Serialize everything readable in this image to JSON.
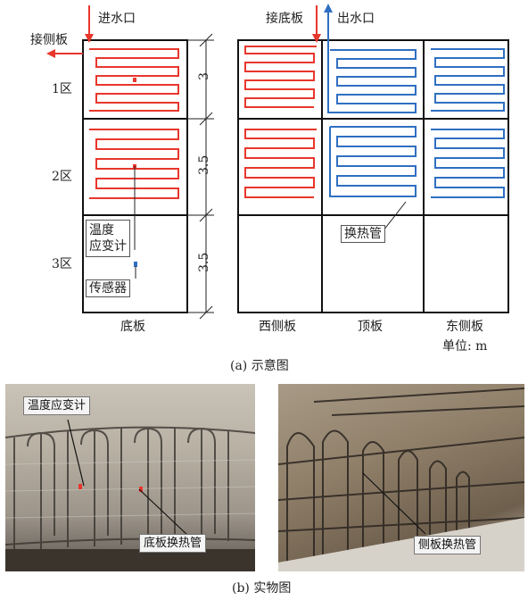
{
  "diagram": {
    "inlet": "进水口",
    "connect_side": "接侧板",
    "connect_bottom": "接底板",
    "outlet": "出水口",
    "zones": [
      "1区",
      "2区",
      "3区"
    ],
    "dims": [
      "3",
      "3.5",
      "3.5"
    ],
    "temp_gauge": "温度\n应变计",
    "temp_gauge_line1": "温度",
    "temp_gauge_line2": "应变计",
    "sensor": "传感器",
    "heat_pipe": "换热管",
    "bottom_label": "底板",
    "west_label": "西侧板",
    "top_label": "顶板",
    "east_label": "东侧板",
    "unit": "单位: m",
    "caption_a": "(a) 示意图"
  },
  "photos": {
    "left_label_1": "温度应变计",
    "left_label_2": "底板换热管",
    "right_label": "侧板换热管",
    "caption_b": "(b) 实物图"
  },
  "colors": {
    "hot_pipe": "#e8372c",
    "cold_pipe": "#2f6fc2",
    "frame": "#111111"
  }
}
